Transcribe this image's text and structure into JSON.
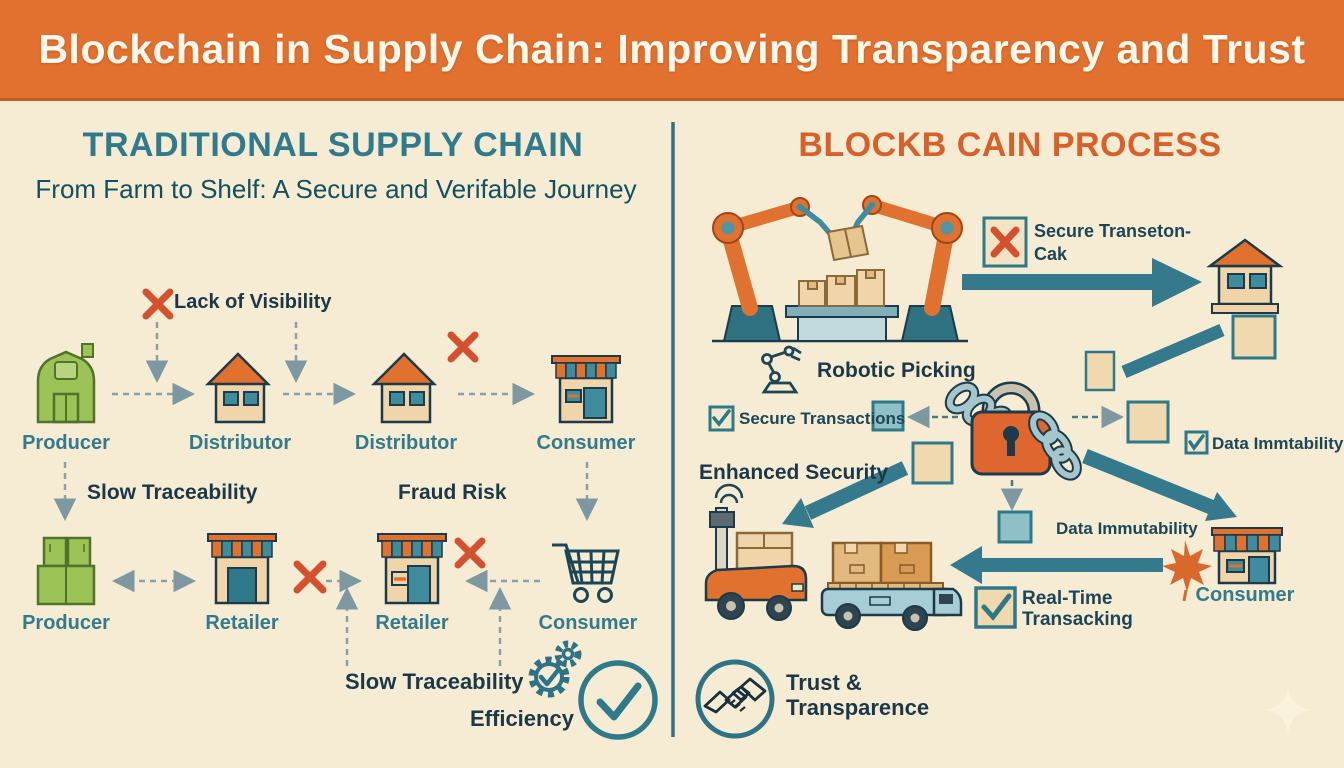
{
  "header": {
    "title": "Blockchain in Supply Chain: Improving Transparency and Trust"
  },
  "left": {
    "title": "TRADITIONAL SUPPLY CHAIN",
    "subtitle": "From Farm to Shelf: A Secure and Verifable Journey",
    "top_row": [
      {
        "label": "Producer",
        "icon": "barn-icon"
      },
      {
        "label": "Distributor",
        "icon": "house-icon"
      },
      {
        "label": "Distributor",
        "icon": "house-icon"
      },
      {
        "label": "Consumer",
        "icon": "storefront-icon"
      }
    ],
    "bottom_row": [
      {
        "label": "Producer",
        "icon": "crates-icon"
      },
      {
        "label": "Retailer",
        "icon": "storefront-icon"
      },
      {
        "label": "Retailer",
        "icon": "storefront-icon"
      },
      {
        "label": "Consumer",
        "icon": "cart-icon"
      }
    ],
    "annotations": {
      "lack_of_visibility": "Lack of Visibility",
      "slow_traceability_top": "Slow Traceability",
      "fraud_risk": "Fraud Risk",
      "slow_traceability_bottom": "Slow Traceability"
    },
    "efficiency_label": "Efficiency"
  },
  "right": {
    "title": "BLOCKB CAIN PROCESS",
    "secure_transeton_line1": "Secure Transeton-",
    "secure_transeton_line2": "Cak",
    "robotic_picking": "Robotic Picking",
    "secure_transactions": "Secure Transactions",
    "enhanced_security": "Enhanced Security",
    "data_immtability_right": "Data Immtability",
    "data_immutability_center": "Data Immutability",
    "real_time_line1": "Real-Time",
    "real_time_line2": "Transacking",
    "consumer_label": "Consumer",
    "trust_line1": "Trust &",
    "trust_line2": "Transparence"
  },
  "colors": {
    "header_bg": "#E2702F",
    "background": "#F6ECD4",
    "teal": "#337A8C",
    "teal_dark": "#12505F",
    "navy": "#1B3848",
    "red_x": "#D5512D",
    "orange_accent": "#E0712F",
    "arrow_teal": "#35798C",
    "square_tan": "#F0D9AF",
    "square_teal": "#8FBFC7"
  }
}
